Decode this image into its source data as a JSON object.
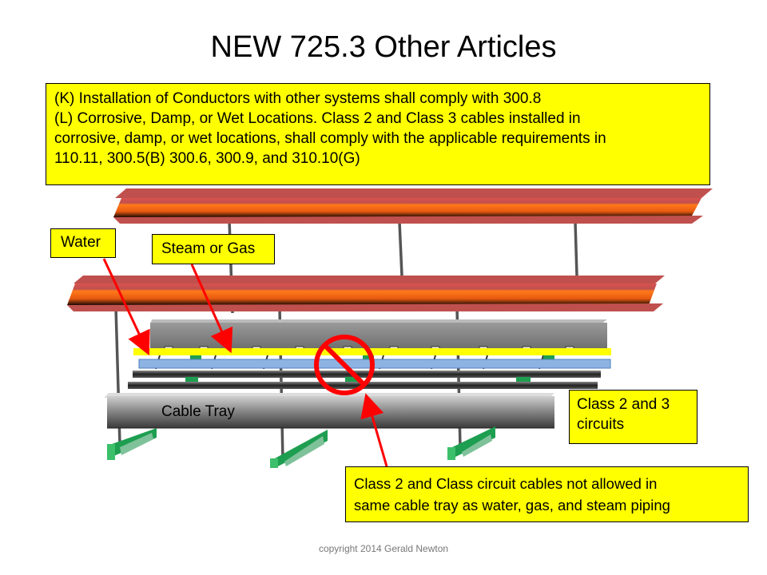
{
  "title": "NEW 725.3 Other Articles",
  "rules_box": {
    "lines": [
      "(K) Installation of Conductors with other systems shall comply with 300.8",
      "(L)  Corrosive, Damp, or Wet Locations.  Class 2 and Class 3 cables installed in",
      "corrosive, damp, or wet locations, shall comply with the applicable requirements in",
      "110.11, 300.5(B) 300.6, 300.9, and 310.10(G)"
    ]
  },
  "labels": {
    "water": "Water",
    "steam_gas": "Steam or Gas",
    "cable_tray": "Cable Tray",
    "class_circuits": [
      "Class 2 and 3",
      "circuits"
    ],
    "warning": [
      "Class 2 and Class circuit cables not allowed in",
      "same cable tray as water, gas, and steam piping"
    ]
  },
  "copyright": "copyright 2014 Gerald Newton",
  "colors": {
    "callout_fill": "#ffff00",
    "arrow": "#ff0000",
    "prohibition": "#ff0000",
    "beam_top": "#c0504d",
    "beam_mid": "#ff6a00",
    "water_pipe": "#ffff00",
    "steam_pipe": "#7fa7e0",
    "support_green": "#1e9e50"
  },
  "icons": [
    "prohibition-icon"
  ]
}
